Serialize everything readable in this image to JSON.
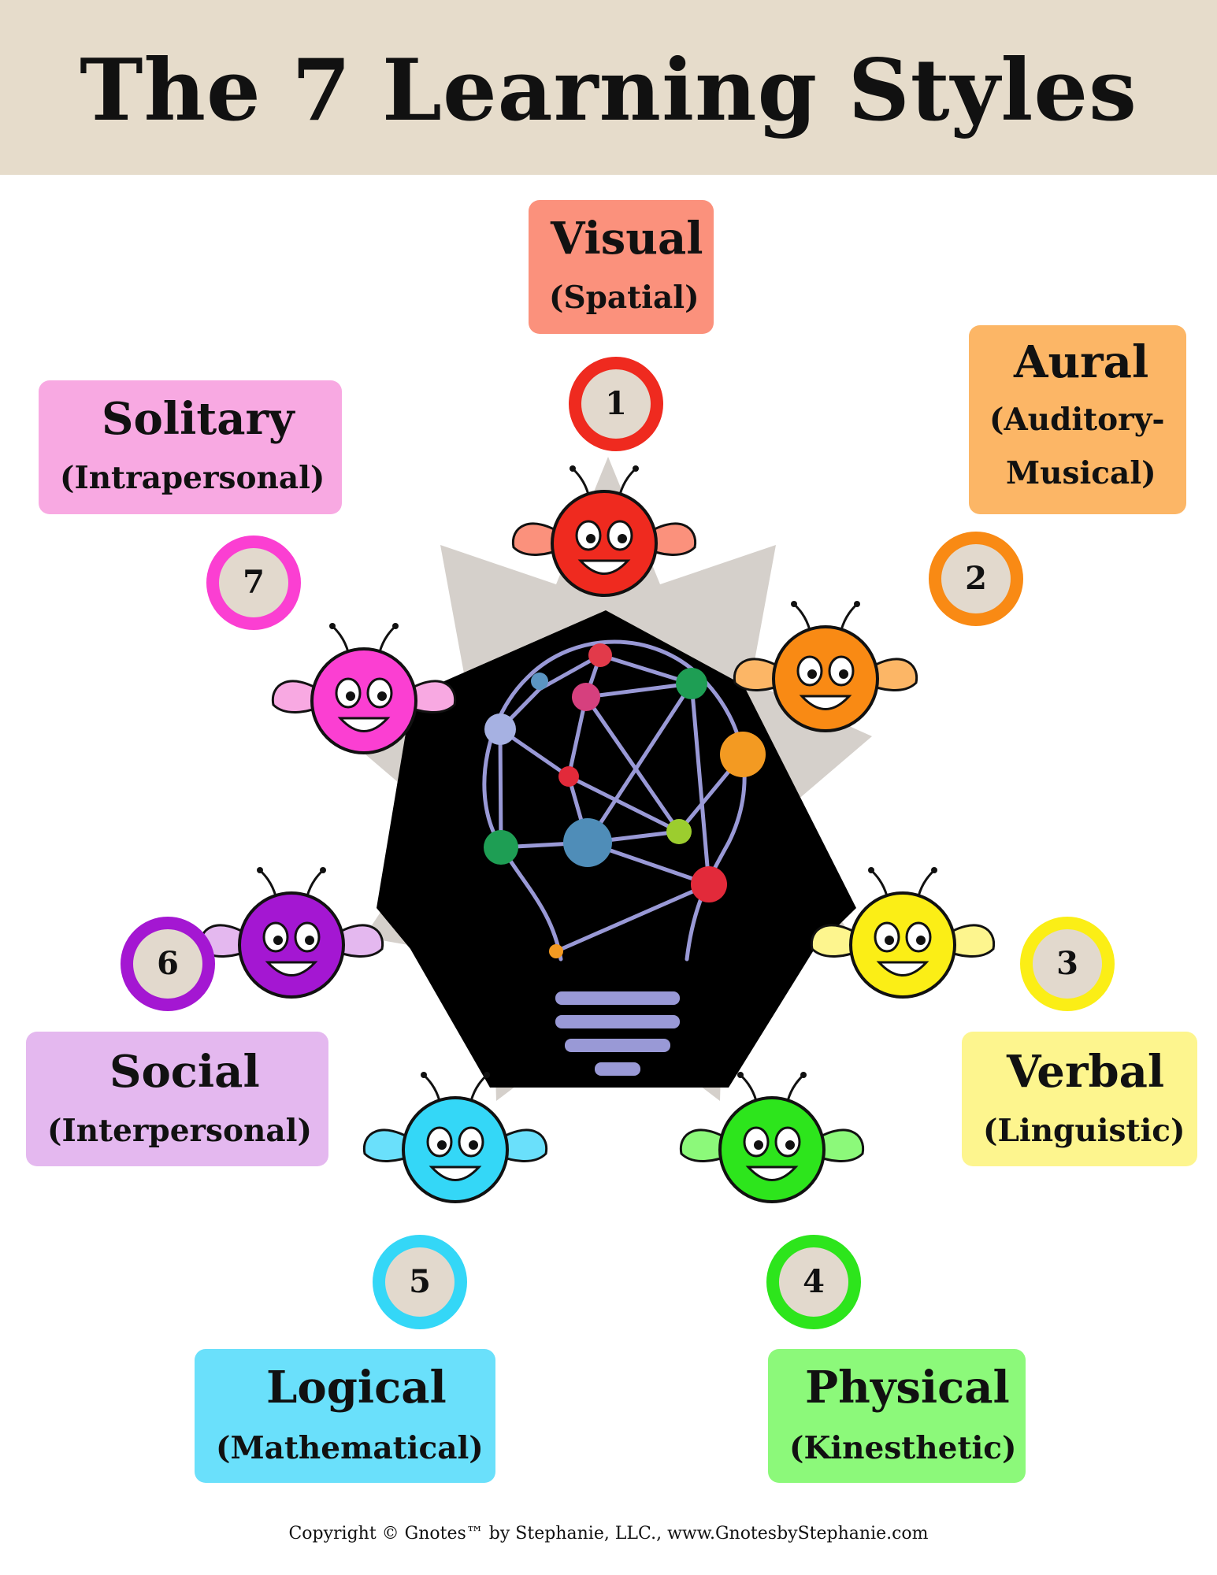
{
  "title": "The 7 Learning Styles",
  "copyright": "Copyright © Gnotes™ by Stephanie, LLC., www.GnotesbyStephanie.com",
  "styles": [
    {
      "number": "1",
      "name": "Visual",
      "sub": "(Spatial)",
      "color": "#ef2a1f",
      "label_color": "#fb917c"
    },
    {
      "number": "2",
      "name": "Aural",
      "sub_line1": "(Auditory-",
      "sub_line2": "Musical)",
      "color": "#f98a14",
      "label_color": "#fcb666"
    },
    {
      "number": "3",
      "name": "Verbal",
      "sub": "(Linguistic)",
      "color": "#fbee16",
      "label_color": "#fdf58e"
    },
    {
      "number": "4",
      "name": "Physical",
      "sub": "(Kinesthetic)",
      "color": "#2de51c",
      "label_color": "#8cf97a"
    },
    {
      "number": "5",
      "name": "Logical",
      "sub": "(Mathematical)",
      "color": "#34d7f7",
      "label_color": "#6ae0fb"
    },
    {
      "number": "6",
      "name": "Social",
      "sub": "(Interpersonal)",
      "color": "#a417d2",
      "label_color": "#e4b8ef"
    },
    {
      "number": "7",
      "name": "Solitary",
      "sub": "(Intrapersonal)",
      "color": "#fb3fd2",
      "label_color": "#f8a9e2"
    }
  ],
  "palette": {
    "header_bg": "#e6dccb",
    "star_gray": "#d5d0cb",
    "heptagon": "#000000",
    "bulb_lines": "#9999d6",
    "circle_fill": "#e2d9cd"
  },
  "icons": [
    "lightbulb-network-icon",
    "monster-mascot-icon"
  ]
}
